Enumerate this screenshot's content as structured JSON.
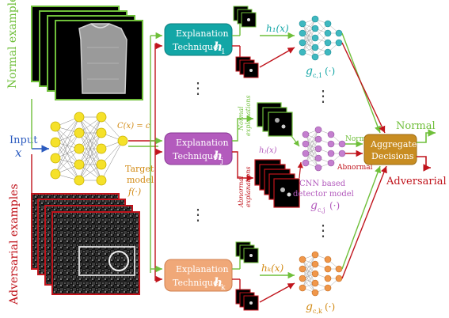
{
  "labels": {
    "normal_examples": "Normal examples",
    "adversarial_examples": "Adversarial examples",
    "input_word": "Input",
    "input_var": "x",
    "cx_eq_c": "C(x) = c",
    "target_model_line1": "Target",
    "target_model_line2": "model",
    "target_model_fx": "f(·)",
    "expl_word": "Explanation",
    "tech_word": "Technique",
    "h1": "h",
    "h1_sub": "1",
    "hj": "h",
    "hj_sub": "j",
    "hk": "h",
    "hk_sub": "k",
    "h1x": "h₁(x)",
    "hjx": "hⱼ(x)",
    "hkx": "hₖ(x)",
    "g_c1": "g",
    "g_c1_sub": "c,1",
    "g_c1_paren": "(·)",
    "g_cj": "g",
    "g_cj_sub": "c,j",
    "g_cj_paren": "(·)",
    "g_ck": "g",
    "g_ck_sub": "c,k",
    "g_ck_paren": "(·)",
    "normal_expl_line1": "Normal",
    "normal_expl_line2": "explanations",
    "abnormal_expl_line1": "Abnormal",
    "abnormal_expl_line2": "explanations",
    "cnn_line1": "CNN based",
    "cnn_line2": "detector model",
    "normal_small": "Normal",
    "abnormal_small": "Abnormal",
    "aggregate_line1": "Aggregate",
    "aggregate_line2": "Decisions",
    "normal_out": "Normal",
    "adversarial_out": "Adversarial",
    "vdots": "⋮"
  },
  "colors": {
    "green": "#6fbf3a",
    "red": "#c0141c",
    "blue": "#2b5bbf",
    "orange": "#d28a14",
    "teal": "#13a6a6",
    "purple": "#b35bbd",
    "salmon": "#f0a878",
    "gold": "#c88d22",
    "node_yellow": "#f5e12a",
    "node_teal": "#3fb8c0",
    "node_purple": "#c47fcf",
    "node_orange": "#f0974a"
  }
}
